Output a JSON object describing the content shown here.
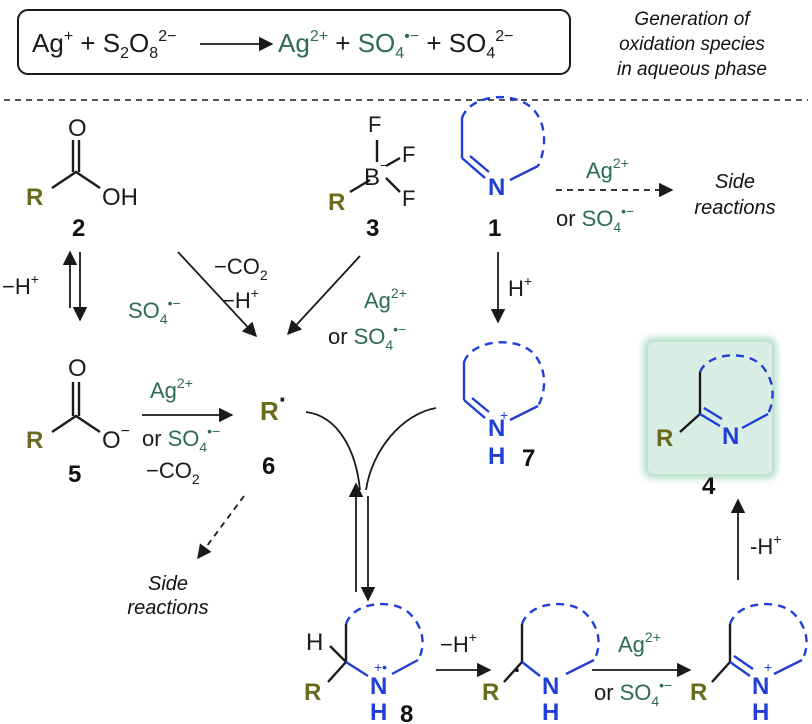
{
  "header": {
    "eq_ag": "Ag",
    "eq_plus1": "+",
    "eq_s2o8_pre": " + S",
    "eq_sub2": "2",
    "eq_O": "O",
    "eq_sub8": "8",
    "eq_charge2m": "2−",
    "eq_ag2": "Ag",
    "eq_2plus": "2+",
    "eq_plus_sep": " + ",
    "eq_so4": "SO",
    "eq_sub4": "4",
    "eq_radanion": "•−",
    "eq_plus_sep2": " + SO",
    "eq_2minus": "2−",
    "caption_line1": "Generation of",
    "caption_line2": "oxidation species",
    "caption_line3": "in aqueous phase"
  },
  "labels": {
    "R": "R",
    "O": "O",
    "OH": "OH",
    "O_minus": "O",
    "minus": "−",
    "F": "F",
    "B": "B",
    "N": "N",
    "NH_N": "N",
    "NH_H": "H",
    "H": "H",
    "plus": "+",
    "plus_dot": "+•",
    "dot": "·"
  },
  "compounds": {
    "c1": "1",
    "c2": "2",
    "c3": "3",
    "c4": "4",
    "c5": "5",
    "c6": "6",
    "c7": "7",
    "c8": "8"
  },
  "reagents": {
    "minus_H": "−H",
    "plus_sup": "+",
    "minus_CO2": "−CO",
    "sub2": "2",
    "SO4": "SO",
    "sub4": "4",
    "radanion": "•−",
    "Ag": "Ag",
    "two_plus": "2+",
    "or": "or",
    "H": "H",
    "dash_H": "-H",
    "side_reactions_1": "Side",
    "side_reactions_2": "reactions"
  },
  "colors": {
    "oxidant_green": "#2e6b55",
    "r_group_olive": "#6b6b1f",
    "heterocycle_blue": "#1f3fd6",
    "product_highlight": "#d9efe6"
  }
}
